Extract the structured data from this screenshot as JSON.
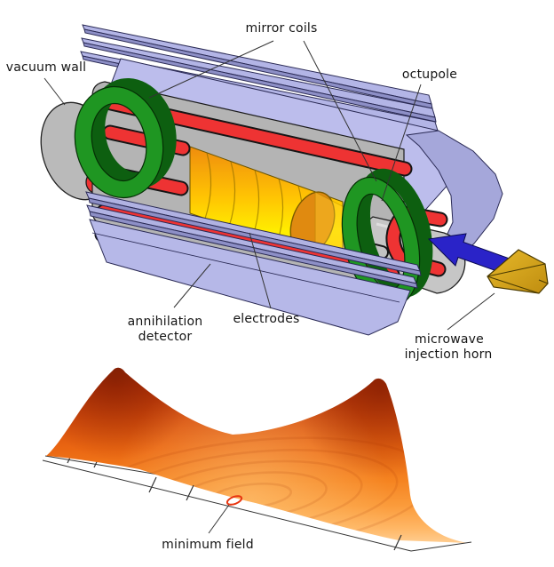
{
  "diagram": {
    "title_context": "antimatter trap apparatus with magnetic field surface plot",
    "labels": {
      "vacuum_wall": "vacuum wall",
      "mirror_coils": "mirror coils",
      "octupole": "octupole",
      "annihilation_detector_line1": "annihilation",
      "annihilation_detector_line2": "detector",
      "electrodes": "electrodes",
      "microwave_horn_line1": "microwave",
      "microwave_horn_line2": "injection horn",
      "minimum_field": "minimum field"
    },
    "colors": {
      "detector_panels": "#b9bae8",
      "detector_panel_shade": "#9193c9",
      "mirror_coils_green": "#1f9622",
      "mirror_coils_dark": "#0d5f10",
      "octupole_red": "#ee3333",
      "electrodes_yellow": "#ffe000",
      "electrodes_orange": "#ef8d0e",
      "vacuum_wall_gray": "#bababa",
      "injection_arrow_blue": "#2a23c8",
      "horn_gold": "#d9a41d",
      "surface_peak": "#8f2808",
      "surface_skirt": "#ffd9a8",
      "minimum_marker_red": "#e8350f",
      "pointer_lines": "#333333"
    }
  },
  "chart_data": {
    "type": "area",
    "title": "",
    "description": "3D surface of magnetic field magnitude inside the trap: high ridge at each mirror coil, shallow minimum at the centre (minimum field marked with red loop)",
    "x_axis": "position along trap axis (unlabeled)",
    "y_axis": "field magnitude (unlabeled)",
    "x": [
      0,
      0.1,
      0.2,
      0.3,
      0.4,
      0.5,
      0.6,
      0.7,
      0.8,
      0.9,
      1.0
    ],
    "values": [
      0.15,
      1.0,
      0.55,
      0.3,
      0.22,
      0.2,
      0.22,
      0.3,
      0.6,
      1.0,
      0.35
    ],
    "annotations": [
      "minimum field"
    ],
    "grid": false,
    "legend": false
  }
}
